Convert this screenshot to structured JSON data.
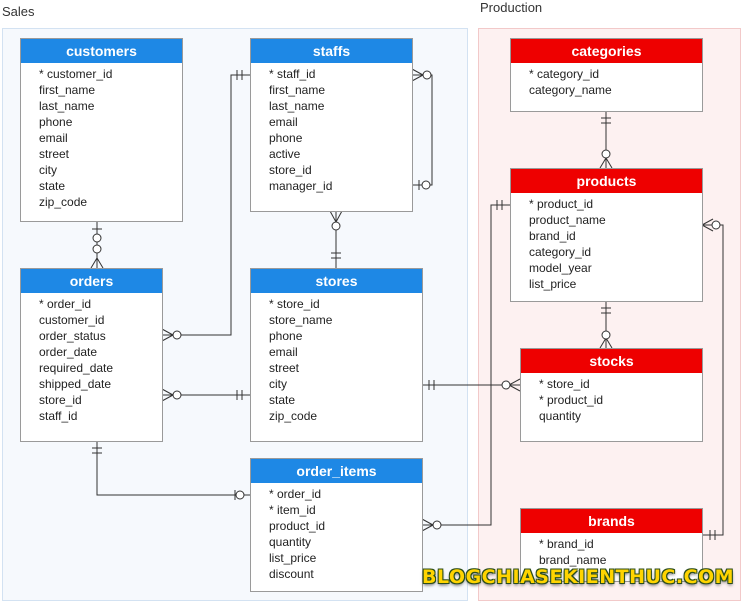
{
  "groups": {
    "sales": "Sales",
    "production": "Production"
  },
  "tables": {
    "customers": {
      "name": "customers",
      "columns": [
        "* customer_id",
        "first_name",
        "last_name",
        "phone",
        "email",
        "street",
        "city",
        "state",
        "zip_code"
      ]
    },
    "staffs": {
      "name": "staffs",
      "columns": [
        "* staff_id",
        "first_name",
        "last_name",
        "email",
        "phone",
        "active",
        "store_id",
        "manager_id"
      ]
    },
    "orders": {
      "name": "orders",
      "columns": [
        "* order_id",
        "customer_id",
        "order_status",
        "order_date",
        "required_date",
        "shipped_date",
        "store_id",
        "staff_id"
      ]
    },
    "stores": {
      "name": "stores",
      "columns": [
        "* store_id",
        "store_name",
        "phone",
        "email",
        "street",
        "city",
        "state",
        "zip_code"
      ]
    },
    "order_items": {
      "name": "order_items",
      "columns": [
        "* order_id",
        "* item_id",
        "product_id",
        "quantity",
        "list_price",
        "discount"
      ]
    },
    "categories": {
      "name": "categories",
      "columns": [
        "* category_id",
        "category_name"
      ]
    },
    "products": {
      "name": "products",
      "columns": [
        "* product_id",
        "product_name",
        "brand_id",
        "category_id",
        "model_year",
        "list_price"
      ]
    },
    "stocks": {
      "name": "stocks",
      "columns": [
        "* store_id",
        "* product_id",
        "quantity"
      ]
    },
    "brands": {
      "name": "brands",
      "columns": [
        "* brand_id",
        "brand_name"
      ]
    }
  },
  "colors": {
    "sales_header": "#1e88e5",
    "production_header": "#ee0000",
    "connector": "#333333"
  },
  "watermark": "BLOGCHIASEKIENTHUC.COM"
}
